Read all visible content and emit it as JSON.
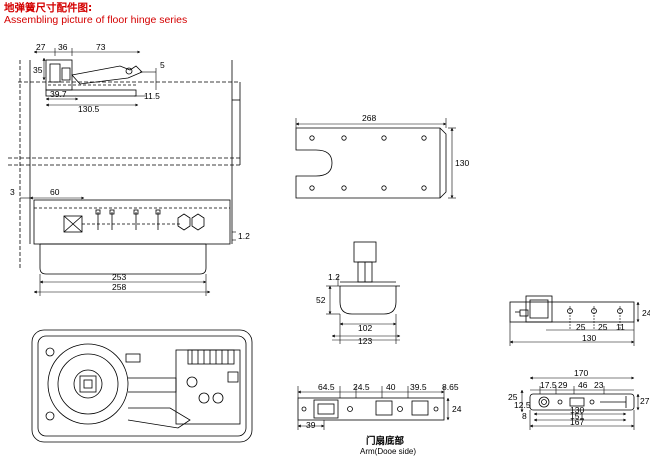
{
  "header": {
    "title_cn": "地弹簧尺寸配件图:",
    "title_en": "Assembling picture of floor hinge series"
  },
  "side_view": {
    "dims": [
      "27",
      "36",
      "73",
      "5",
      "35",
      "39.7",
      "11.5",
      "130.5"
    ]
  },
  "front_view": {
    "dims": [
      "3",
      "60",
      "1.2",
      "253",
      "258"
    ]
  },
  "plate_top": {
    "dims": [
      "268",
      "130"
    ]
  },
  "pivot_cap": {
    "dims": [
      "1.2",
      "52",
      "102",
      "123"
    ]
  },
  "right_arm": {
    "dims": [
      "25",
      "25",
      "11",
      "130",
      "24"
    ]
  },
  "arm_door_side": {
    "dims": [
      "64.5",
      "24.5",
      "40",
      "39.5",
      "8.65",
      "24",
      "39"
    ],
    "label_cn": "门扇底部",
    "label_en": "Arm(Dooe side)"
  },
  "bottom_arm": {
    "dims": [
      "170",
      "17.5",
      "29",
      "46",
      "23",
      "25",
      "12.5",
      "27",
      "130",
      "151",
      "167",
      "8"
    ]
  }
}
